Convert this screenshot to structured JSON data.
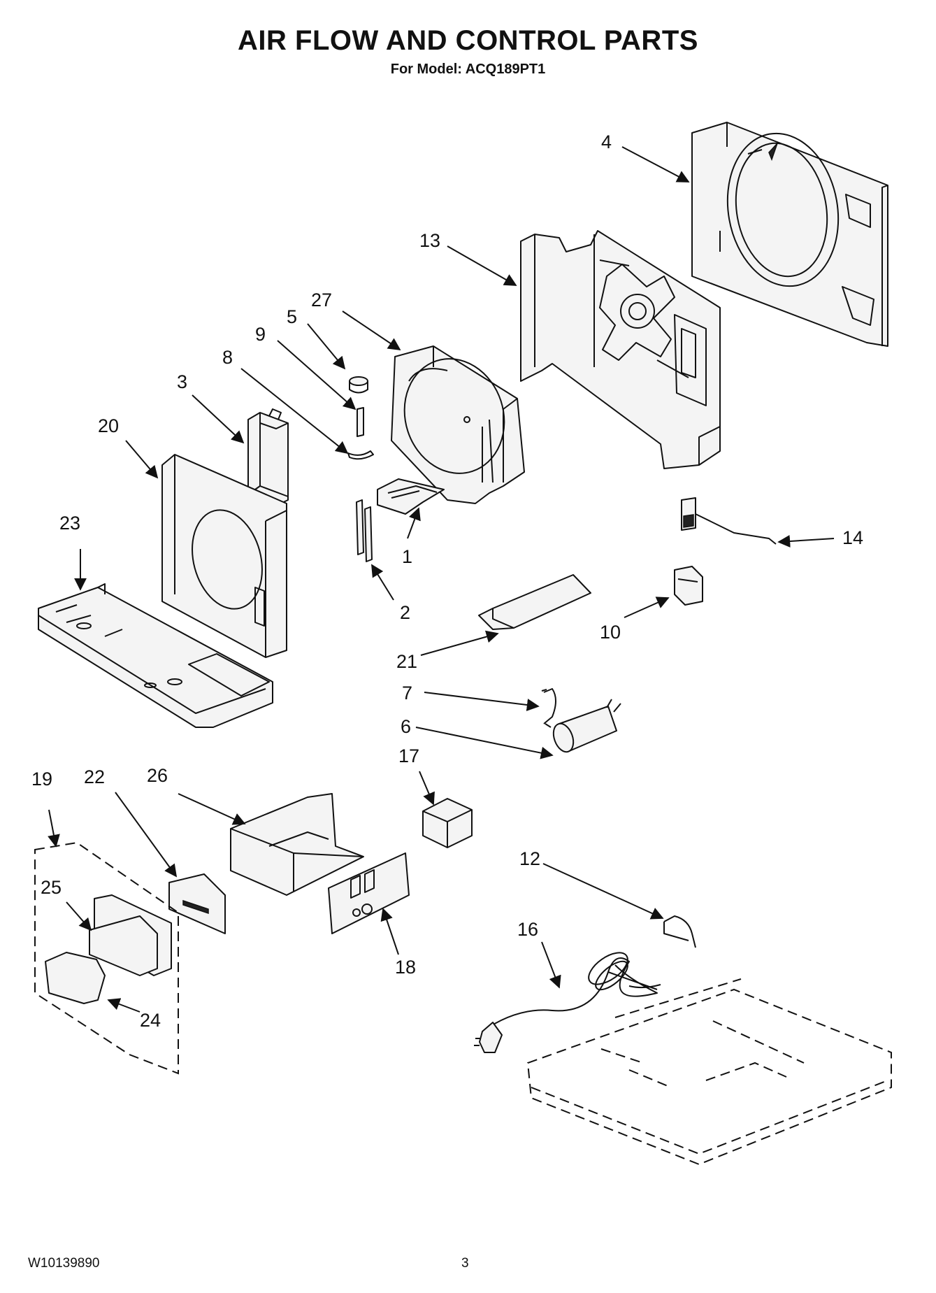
{
  "header": {
    "title": "AIR FLOW AND CONTROL PARTS",
    "subtitle": "For Model: ACQ189PT1"
  },
  "footer": {
    "document_number": "W10139890",
    "page_number": "3"
  },
  "callouts": [
    {
      "id": "c1",
      "label": "1"
    },
    {
      "id": "c2",
      "label": "2"
    },
    {
      "id": "c3",
      "label": "3"
    },
    {
      "id": "c4",
      "label": "4"
    },
    {
      "id": "c5",
      "label": "5"
    },
    {
      "id": "c6",
      "label": "6"
    },
    {
      "id": "c7",
      "label": "7"
    },
    {
      "id": "c8",
      "label": "8"
    },
    {
      "id": "c9",
      "label": "9"
    },
    {
      "id": "c10",
      "label": "10"
    },
    {
      "id": "c12",
      "label": "12"
    },
    {
      "id": "c13",
      "label": "13"
    },
    {
      "id": "c14",
      "label": "14"
    },
    {
      "id": "c16",
      "label": "16"
    },
    {
      "id": "c17",
      "label": "17"
    },
    {
      "id": "c18",
      "label": "18"
    },
    {
      "id": "c19",
      "label": "19"
    },
    {
      "id": "c20",
      "label": "20"
    },
    {
      "id": "c21",
      "label": "21"
    },
    {
      "id": "c22",
      "label": "22"
    },
    {
      "id": "c23",
      "label": "23"
    },
    {
      "id": "c24",
      "label": "24"
    },
    {
      "id": "c25",
      "label": "25"
    },
    {
      "id": "c26",
      "label": "26"
    },
    {
      "id": "c27",
      "label": "27"
    }
  ]
}
